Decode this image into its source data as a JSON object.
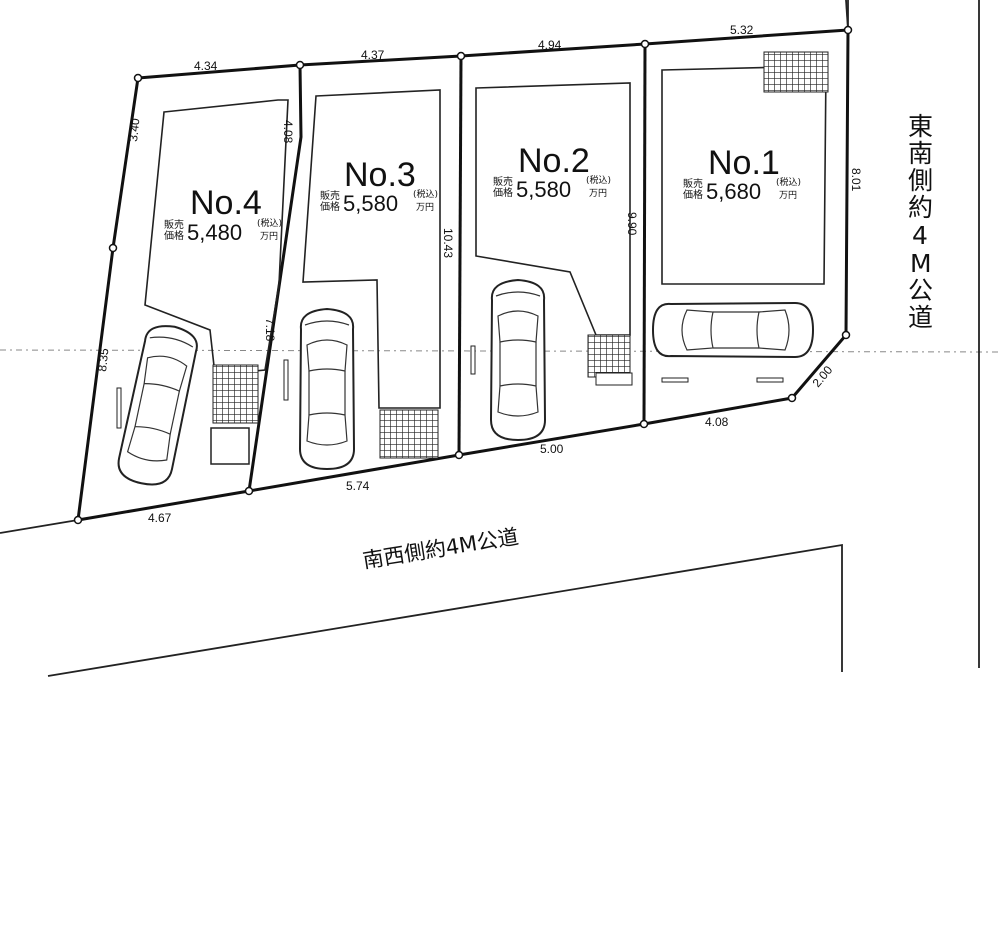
{
  "dimensions": {
    "top_1": "4.34",
    "top_2": "4.37",
    "top_3": "4.94",
    "top_4": "5.32",
    "left_upper": "3.40",
    "left_lower": "8.35",
    "lot4_right_upper": "4.08",
    "lot4_right_lower": "7.18",
    "lot3_right": "10.43",
    "lot2_right": "9.90",
    "lot1_right": "8.01",
    "corner_cut": "2.00",
    "bottom_1": "4.67",
    "bottom_2": "5.74",
    "bottom_3": "5.00",
    "bottom_4": "4.08"
  },
  "lots": [
    {
      "no": "No.4",
      "label_top": "販売",
      "label_bottom": "価格",
      "price": "5,480",
      "tax": "(税込)",
      "unit": "万円"
    },
    {
      "no": "No.3",
      "label_top": "販売",
      "label_bottom": "価格",
      "price": "5,580",
      "tax": "(税込)",
      "unit": "万円"
    },
    {
      "no": "No.2",
      "label_top": "販売",
      "label_bottom": "価格",
      "price": "5,580",
      "tax": "(税込)",
      "unit": "万円"
    },
    {
      "no": "No.1",
      "label_top": "販売",
      "label_bottom": "価格",
      "price": "5,680",
      "tax": "(税込)",
      "unit": "万円"
    }
  ],
  "roads": {
    "southwest": "南西側約4M公道",
    "southeast": [
      "東",
      "南",
      "側",
      "約",
      "4",
      "M",
      "公",
      "道"
    ]
  },
  "colors": {
    "ink": "#111111",
    "background": "#ffffff"
  }
}
